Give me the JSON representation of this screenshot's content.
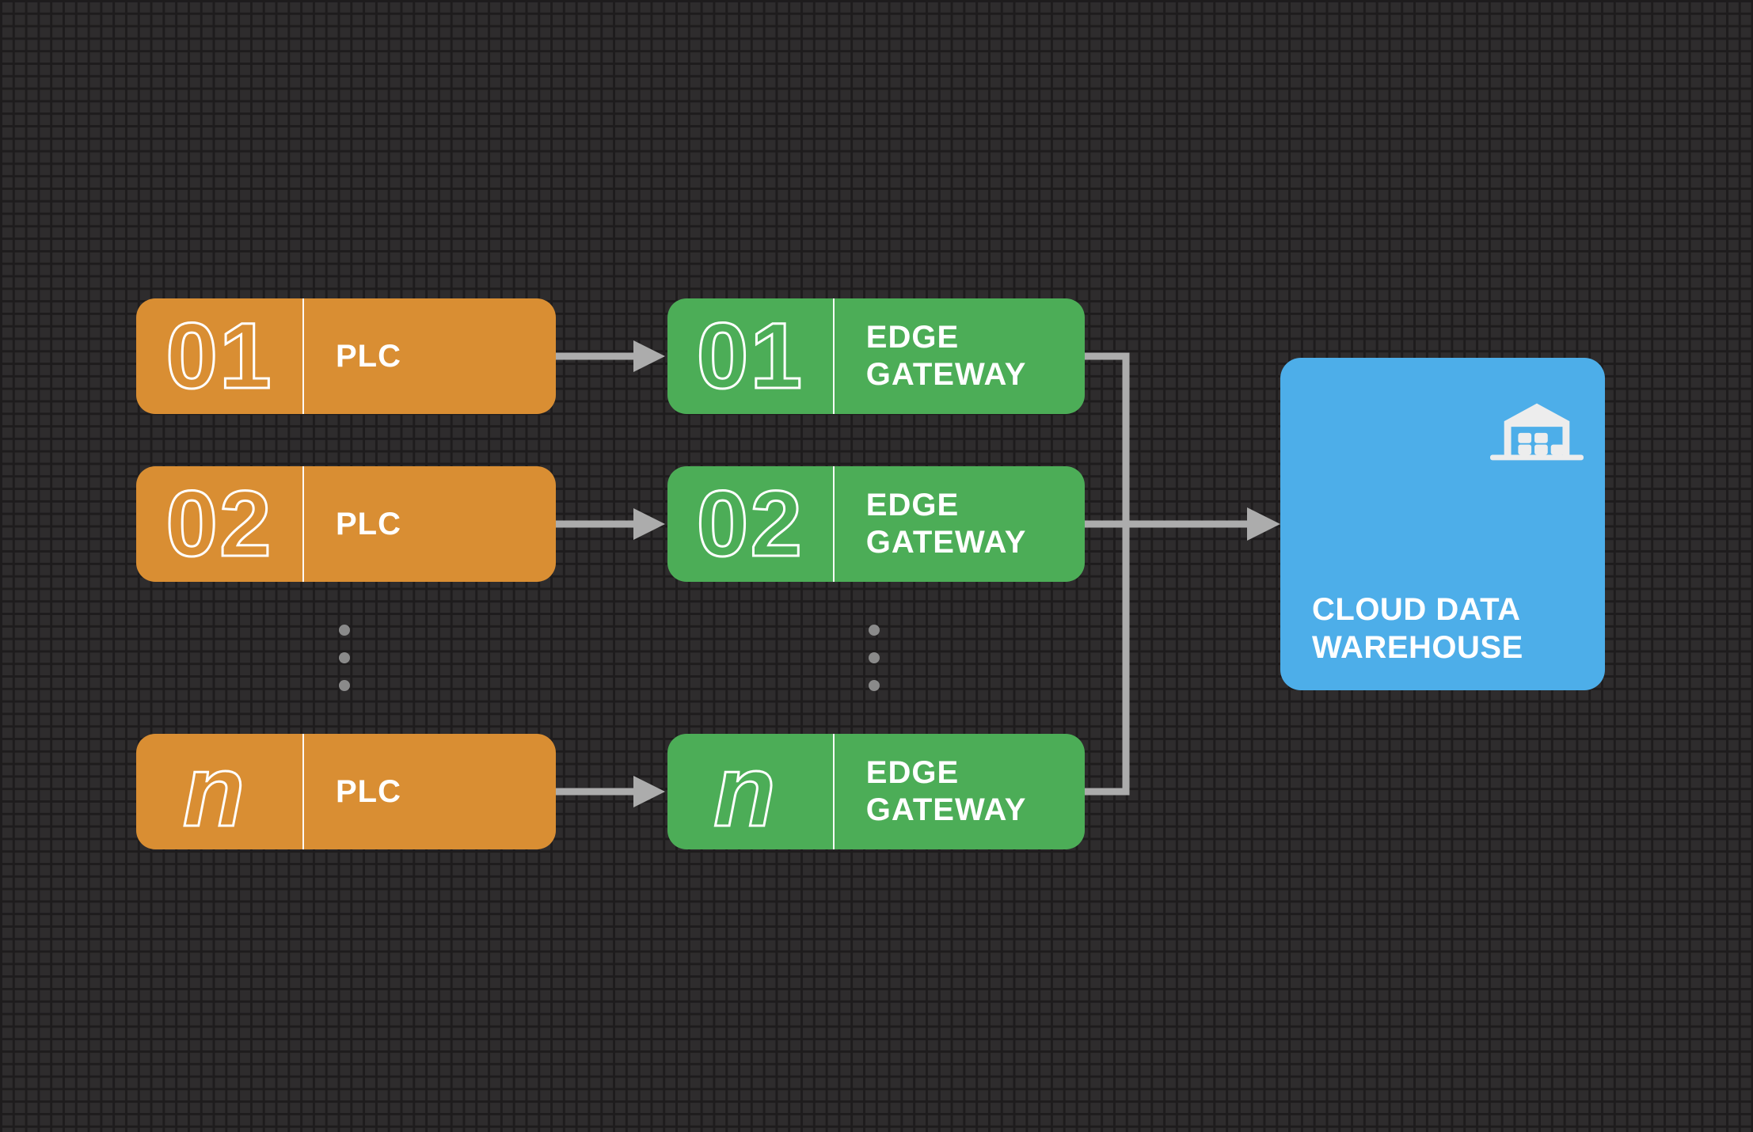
{
  "diagram": {
    "rows": [
      {
        "number": "01",
        "plc_label": "PLC",
        "gateway_lines": [
          "EDGE",
          "GATEWAY"
        ]
      },
      {
        "number": "02",
        "plc_label": "PLC",
        "gateway_lines": [
          "EDGE",
          "GATEWAY"
        ]
      },
      {
        "number": "n",
        "plc_label": "PLC",
        "gateway_lines": [
          "EDGE",
          "GATEWAY"
        ]
      }
    ],
    "cloud": {
      "lines": [
        "CLOUD DATA",
        "WAREHOUSE"
      ],
      "icon": "warehouse-icon"
    },
    "colors": {
      "plc_box": "#D98E33",
      "gateway_box": "#4CAD57",
      "cloud_box": "#4DAEE9",
      "connector": "#ACACAC",
      "dots": "#8A8A8A",
      "text": "#FFFFFF",
      "background_cell": "#2E2C2D",
      "background_line": "#1E1C1D"
    }
  }
}
